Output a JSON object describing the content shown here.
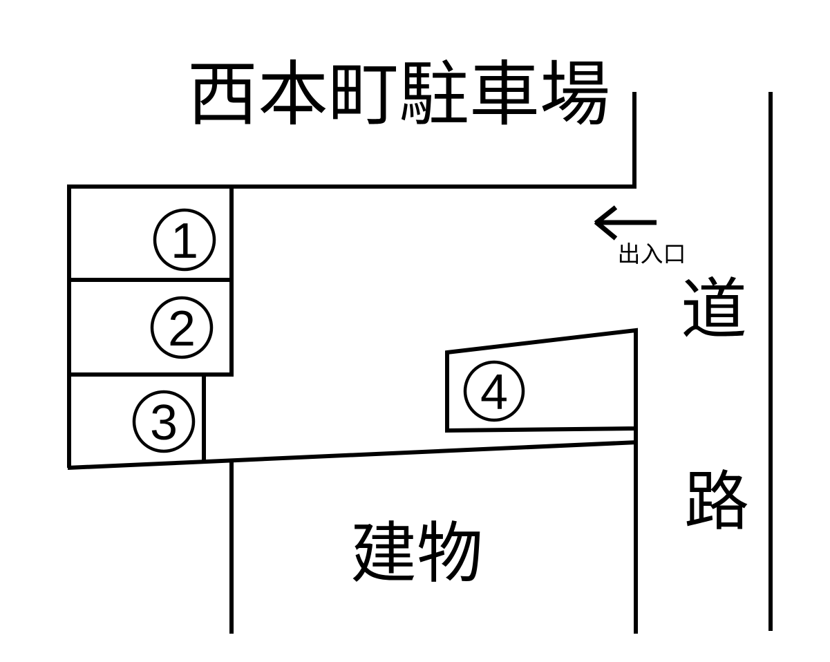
{
  "diagram": {
    "title": "西本町駐車場",
    "entrance": {
      "label": "出入口",
      "arrow_direction": "left"
    },
    "road": {
      "chars": [
        "道",
        "路"
      ]
    },
    "building": {
      "label": "建物"
    },
    "spaces": [
      {
        "id": "space-1",
        "number": "1"
      },
      {
        "id": "space-2",
        "number": "2"
      },
      {
        "id": "space-3",
        "number": "3"
      },
      {
        "id": "space-4",
        "number": "4"
      }
    ],
    "colors": {
      "line": "#000000",
      "text": "#000000",
      "background": "#ffffff"
    }
  }
}
